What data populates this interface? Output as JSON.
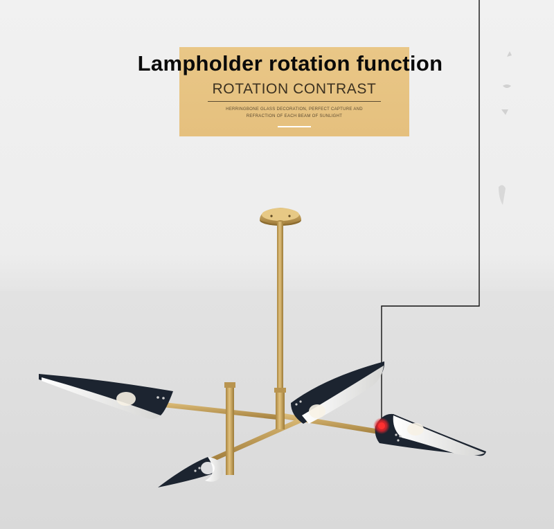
{
  "headline": "Lampholder rotation function",
  "panel": {
    "subtitle": "ROTATION  CONTRAST",
    "caption_line1": "HERRINGBONE GLASS DECORATION, PERFECT CAPTURE AND",
    "caption_line2": "REFRACTION OF EACH BEAM OF SUNLIGHT"
  },
  "colors": {
    "panel": "#e8c586",
    "brass": "#c9a45c",
    "shade_outer": "#1c2430",
    "shade_inner": "#f2f2f0",
    "callout_line": "#111111",
    "highlight_dot": "#e0242c"
  }
}
